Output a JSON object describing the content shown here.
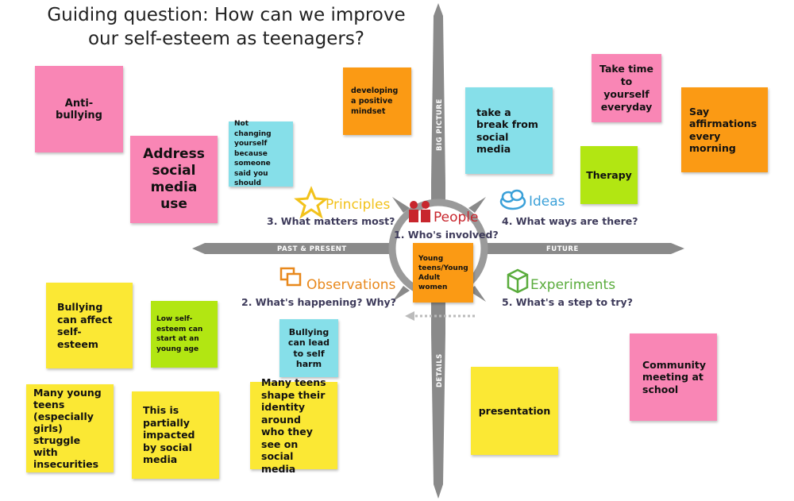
{
  "title": "Guiding question: How can we improve our self-esteem as teenagers?",
  "compass": {
    "axes": {
      "top": "BIG PICTURE",
      "bottom": "DETAILS",
      "left": "PAST & PRESENT",
      "right": "FUTURE"
    },
    "center": {
      "label": "People",
      "question": "1. Who's involved?"
    },
    "principles": {
      "label": "Principles",
      "question": "3. What matters most?"
    },
    "ideas": {
      "label": "Ideas",
      "question": "4. What ways are there?"
    },
    "observations": {
      "label": "Observations",
      "question": "2. What's happening? Why?"
    },
    "experiments": {
      "label": "Experiments",
      "question": "5. What's a step to try?"
    }
  },
  "colors": {
    "pink": "#f986b5",
    "orange": "#fb9a14",
    "cyan": "#86dfe9",
    "lime": "#b2e612",
    "yellow": "#fbe834",
    "compass_gray": "#8a8a8a",
    "principles": "#f2c21b",
    "people": "#c8262d",
    "ideas": "#3aa0d8",
    "observations": "#e8881c",
    "experiments": "#5aac3c"
  },
  "notes": {
    "anti_bullying": "Anti-bullying",
    "address_social": "Address social media use",
    "developing_mindset": "developing a positive mindset",
    "not_changing": "Not changing yourself because someone said you should",
    "take_break": "take a break from social media",
    "take_time": "Take time to yourself everyday",
    "say_affirmations": "Say affirmations every morning",
    "therapy": "Therapy",
    "young_teens": "Young teens/Young Adult women",
    "bullying_affect": "Bullying can affect self-esteem",
    "low_self_esteem": "Low self-esteem can start at an young age",
    "bullying_harm": "Bullying can lead to self harm",
    "many_young_teens": "Many young teens (especially girls) struggle with insecurities",
    "partially_impacted": "This is partially impacted by social media",
    "many_teens_shape": "Many teens shape their identity around who they see on social media",
    "presentation": "presentation",
    "community_meeting": "Community meeting at school"
  }
}
